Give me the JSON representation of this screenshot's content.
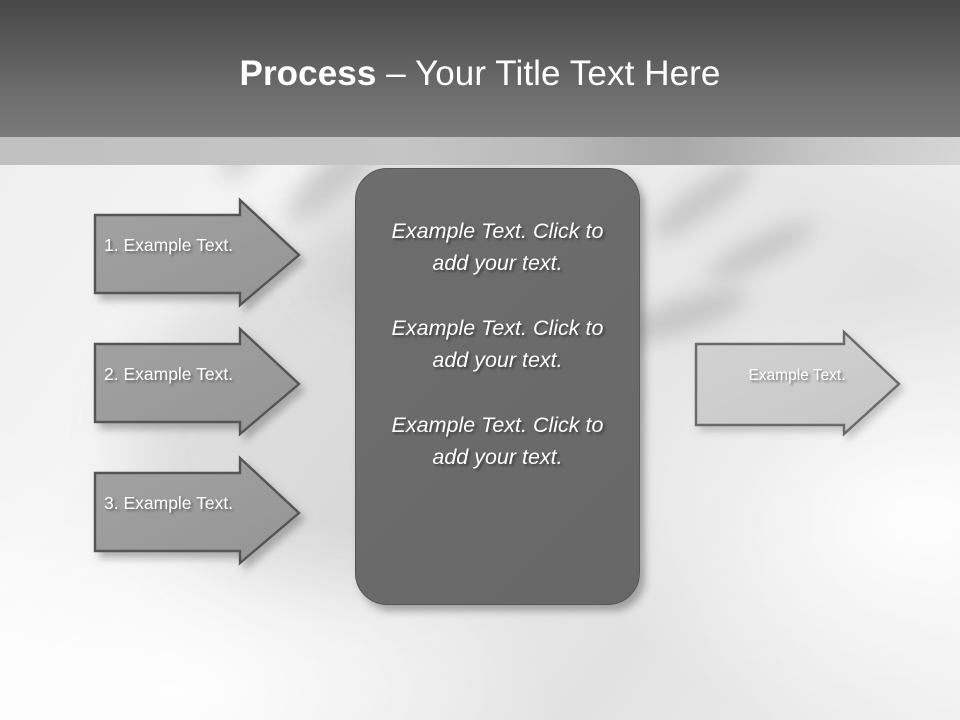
{
  "slide": {
    "title_strong": "Process",
    "title_rest": " – Your Title Text Here"
  },
  "center_box": {
    "paragraphs": [
      "Example Text. Click  to add your text.",
      "Example Text. Click  to add your text.",
      "Example Text. Click  to add your text."
    ]
  },
  "input_arrows": [
    {
      "label": "1. Example Text."
    },
    {
      "label": "2. Example Text."
    },
    {
      "label": "3. Example Text."
    }
  ],
  "output_arrow": {
    "label": "Example Text."
  },
  "colors": {
    "header_top": "#474747",
    "header_bottom": "#7a7a7a",
    "subband": "#c0c0c0",
    "center_box_fill": "#6b6b6b",
    "center_box_stroke": "#565656",
    "input_arrow_fill": "#9b9b9b",
    "input_arrow_stroke": "#555555",
    "output_arrow_fill": "#cccccc",
    "output_arrow_stroke": "#6a6a6a",
    "text_on_dark": "#ffffff",
    "body_background": "#f2f2f2"
  }
}
